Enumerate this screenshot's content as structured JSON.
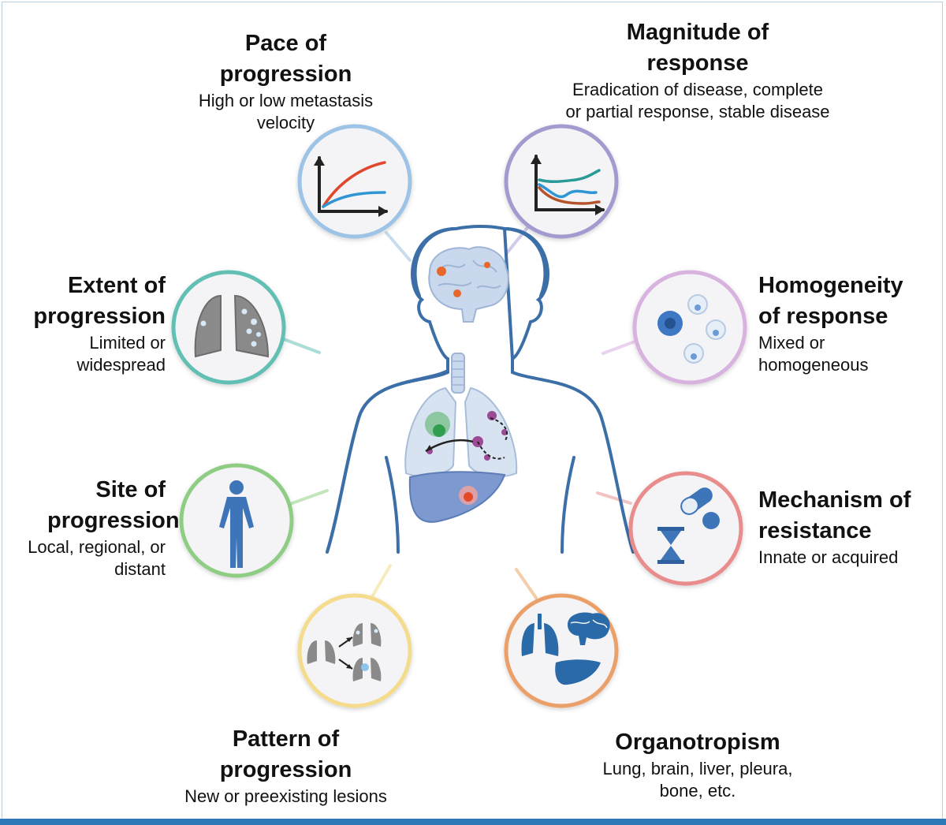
{
  "factors": {
    "pace": {
      "title": "Pace of progression",
      "desc": "High or low metastasis velocity",
      "color": "#9dc3e6"
    },
    "magnitude": {
      "title": "Magnitude of response",
      "desc": "Eradication of disease, complete or partial response, stable disease",
      "color": "#a39bd0"
    },
    "extent": {
      "title": "Extent of progression",
      "desc": "Limited or widespread",
      "color": "#62bfb3"
    },
    "homogeneity": {
      "title": "Homogeneity of response",
      "desc": "Mixed or homogeneous",
      "color": "#d9b3e0"
    },
    "site": {
      "title": "Site of progression",
      "desc": "Local, regional, or distant",
      "color": "#8fcd84"
    },
    "mechanism": {
      "title": "Mechanism of resistance",
      "desc": "Innate or acquired",
      "color": "#e98c8c"
    },
    "pattern": {
      "title": "Pattern of progression",
      "desc": "New or preexisting lesions",
      "color": "#f4dc8c"
    },
    "organotropism": {
      "title": "Organotropism",
      "desc": "Lung, brain, liver, pleura, bone, etc.",
      "color": "#eba06a"
    }
  },
  "accent": {
    "body_outline": "#3c6fa8",
    "bottom_bar": "#2e78b7"
  }
}
